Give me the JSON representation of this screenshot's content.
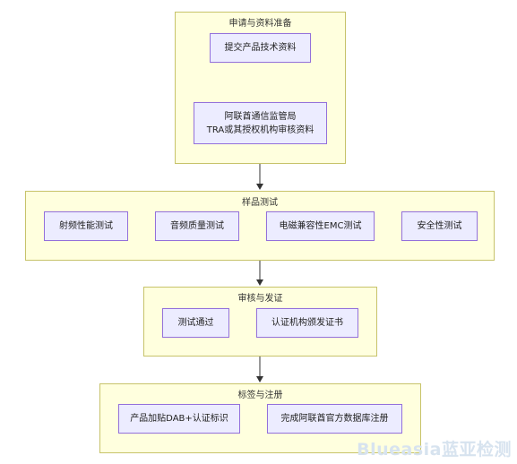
{
  "groups": {
    "prep": {
      "title": "申请与资料准备",
      "nodes": {
        "submit": "提交产品技术资料",
        "review_line1": "阿联酋通信监管局",
        "review_line2": "TRA或其授权机构审核资料"
      }
    },
    "testing": {
      "title": "样品测试",
      "nodes": {
        "rf": "射频性能测试",
        "audio": "音频质量测试",
        "emc": "电磁兼容性EMC测试",
        "safety": "安全性测试"
      }
    },
    "approval": {
      "title": "审核与发证",
      "nodes": {
        "passed": "测试通过",
        "certificate": "认证机构颁发证书"
      }
    },
    "labeling": {
      "title": "标签与注册",
      "nodes": {
        "label": "产品加贴DAB+认证标识",
        "register": "完成阿联酋官方数据库注册"
      }
    }
  },
  "watermark": "Blueasia蓝亚检测",
  "colors": {
    "group_fill": "#ffffde",
    "group_border": "#c7c36a",
    "node_fill": "#ececff",
    "node_border": "#9370db",
    "edge": "#333333"
  }
}
